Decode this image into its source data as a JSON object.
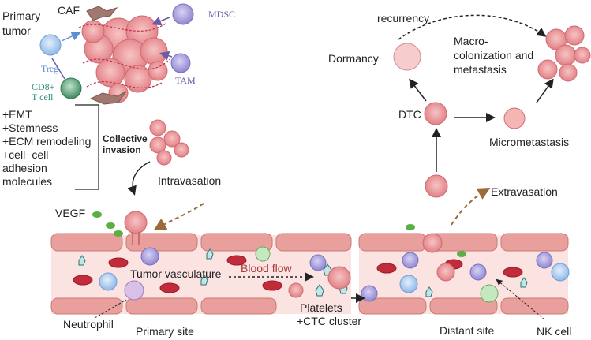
{
  "labels": {
    "primary_tumor_line1": "Primary",
    "primary_tumor_line2": "tumor",
    "caf": "CAF",
    "mdsc": "MDSC",
    "treg": "Treg",
    "cd8_line1": "CD8+",
    "cd8_line2": "T cell",
    "tam": "TAM",
    "features": [
      "+EMT",
      "+Stemness",
      "+ECM remodeling",
      "+cell−cell",
      "adhesion",
      "molecules"
    ],
    "collective_line1": "Collective",
    "collective_line2": "invasion",
    "intravasation": "Intravasation",
    "vegf": "VEGF",
    "tumor_vasculature": "Tumor vasculature",
    "blood_flow": "Blood flow",
    "platelets_line1": "Platelets",
    "platelets_line2": "+CTC cluster",
    "neutrophil": "Neutrophil",
    "primary_site": "Primary site",
    "distant_site": "Distant site",
    "nk_cell": "NK cell",
    "extravasation": "Extravasation",
    "dtc": "DTC",
    "micrometastasis": "Micrometastasis",
    "dormancy": "Dormancy",
    "recurrency": "recurrency",
    "macro_line1": "Macro-",
    "macro_line2": "colonization and",
    "macro_line3": "metastasis"
  },
  "colors": {
    "tumor_cell": "#e8868a",
    "tumor_cell_light": "#f4b5b5",
    "vessel_wall": "#e9a09c",
    "vessel_lumen": "#fbe3e1",
    "rbc": "#c22c3a",
    "mdsc": "#9b8fd8",
    "treg": "#8fb8e8",
    "cd8": "#4f9a70",
    "tam": "#8f86d0",
    "platelet": "#bfe6e8",
    "vegf": "#5ab044",
    "label_purple": "#6b5aa6",
    "label_blue": "#5b8fd0",
    "label_teal": "#2f8a7a",
    "blood_flow_text": "#a8393a",
    "dashed_brown": "#9c6b3a"
  }
}
